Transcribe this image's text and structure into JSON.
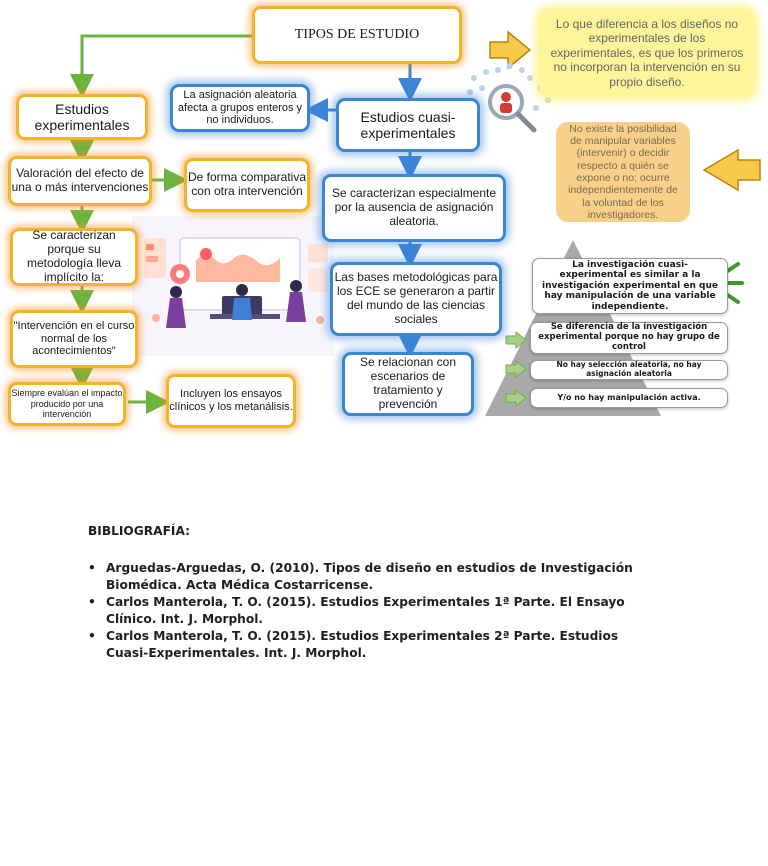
{
  "diagram": {
    "title": "TIPOS DE ESTUDIO",
    "experimental": {
      "heading": "Estudios experimentales",
      "box1": "Valoración del efecto de una o más intervenciones",
      "box1_side": "De forma comparativa con otra intervención",
      "box2": "Se caracterizan porque su metodología lleva implícito la:",
      "box3": "\"Intervención en el curso normal de los acontecimientos\"",
      "box4": "Siempre evalúan el impacto producido por una intervención",
      "box4_side": "Incluyen los ensayos clínicos y los metanálisis."
    },
    "quasi": {
      "heading": "Estudios cuasi-experimentales",
      "side": "La asignación aleatoria afecta a grupos enteros y no individuos.",
      "box1": "Se caracterizan especialmente por la ausencia de asignación aleatoria.",
      "box2": "Las bases metodológicas para los ECE se generaron a partir del mundo de las ciencias sociales",
      "box3": "Se relacionan con escenarios de tratamiento y prevención"
    },
    "note_yellow": "Lo que diferencia a los diseños no experimentales de los experimentales, es que los primeros no incorporan la intervención en su propio diseño.",
    "note_orange": "No existe la posibilidad de manipular variables (intervenir) o decidir respecto a quién se expone o no; ocurre independientemente de la voluntad de los investigadores.",
    "pyramid": [
      "La investigación cuasi-experimental es similar a la investigación experimental en que hay manipulación de una variable independiente.",
      "Se diferencia de la investigación experimental porque no hay grupo de control",
      "No hay selección aleatoria, no hay asignación aleatoria",
      "Y/o no hay manipulación activa."
    ],
    "colors": {
      "arrow_green": "#6db33f",
      "arrow_blue": "#3c84d6",
      "orange_glow": "#f3b32c",
      "yellow_arrow": "#f5c518"
    }
  },
  "bibliography": {
    "heading": "BIBLIOGRAFÍA:",
    "items": [
      "Arguedas-Arguedas, O. (2010). Tipos de diseño en estudios de Investigación Biomédica. Acta Médica Costarricense.",
      "Carlos Manterola, T. O. (2015). Estudios Experimentales 1ª Parte. El Ensayo Clínico. Int. J. Morphol.",
      "Carlos Manterola, T. O. (2015). Estudios Experimentales 2ª Parte. Estudios Cuasi-Experimentales. Int. J. Morphol."
    ]
  }
}
